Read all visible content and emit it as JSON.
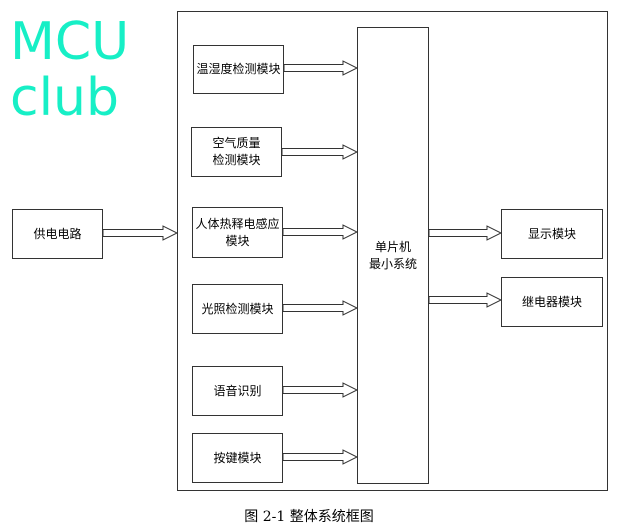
{
  "watermark": "MCUclub",
  "modules": {
    "temp_humidity": "温湿度检测模块",
    "air_quality": [
      "空气质量",
      "检测模块"
    ],
    "pir": [
      "人体热释电感应",
      "模块"
    ],
    "light": "光照检测模块",
    "voice": "语音识别",
    "keys": "按键模块",
    "mcu": [
      "单片机",
      "最小系统"
    ],
    "power": "供电电路",
    "display": "显示模块",
    "relay": "继电器模块"
  },
  "caption": "图 2-1 整体系统框图",
  "colors": {
    "watermark": "#17efc6",
    "line": "#333333"
  }
}
